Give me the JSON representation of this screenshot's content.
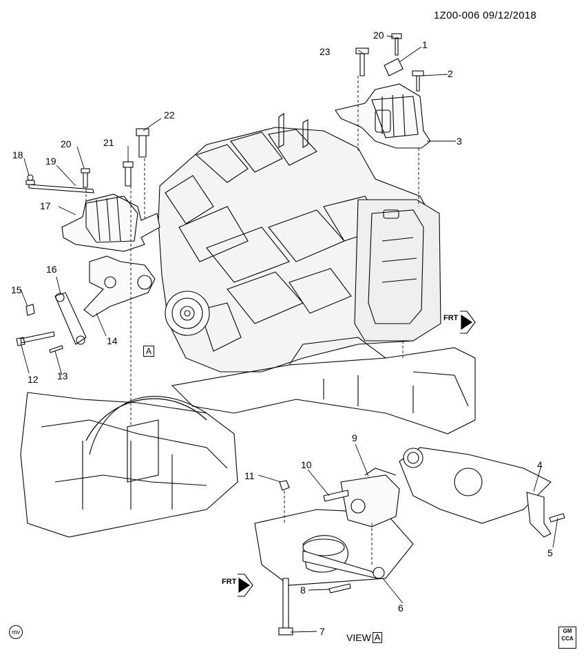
{
  "header": {
    "diagram_id": "1Z00-006 09/12/2018"
  },
  "view_label": {
    "text": "VIEW",
    "ref": "A"
  },
  "detail_marker": "A",
  "frt_label": "FRT",
  "mv_logo": "mv",
  "gm_logo": {
    "top": "GM",
    "bottom": "CCA"
  },
  "callouts": [
    "1",
    "2",
    "3",
    "4",
    "5",
    "6",
    "7",
    "8",
    "9",
    "10",
    "11",
    "12",
    "13",
    "14",
    "15",
    "16",
    "17",
    "18",
    "19",
    "20",
    "20",
    "21",
    "22",
    "23"
  ]
}
